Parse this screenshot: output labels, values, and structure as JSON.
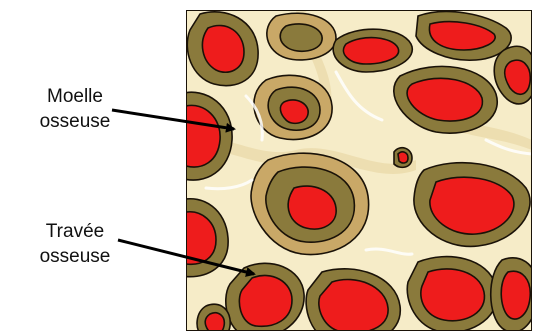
{
  "labels": {
    "marrow": {
      "line1": "Moelle",
      "line2": "osseuse"
    },
    "trabecula": {
      "line1": "Travée",
      "line2": "osseuse"
    }
  },
  "colors": {
    "background": "#ffffff",
    "trabecula_bone": "#f6ecc8",
    "trabecula_shadow": "#c9a867",
    "cavity_wall": "#8a7a3c",
    "marrow": "#ee1c1c",
    "outline": "#1a1208",
    "arrow": "#000000"
  },
  "icons": [
    "trabecular-bone-illustration",
    "arrow-pointer"
  ]
}
